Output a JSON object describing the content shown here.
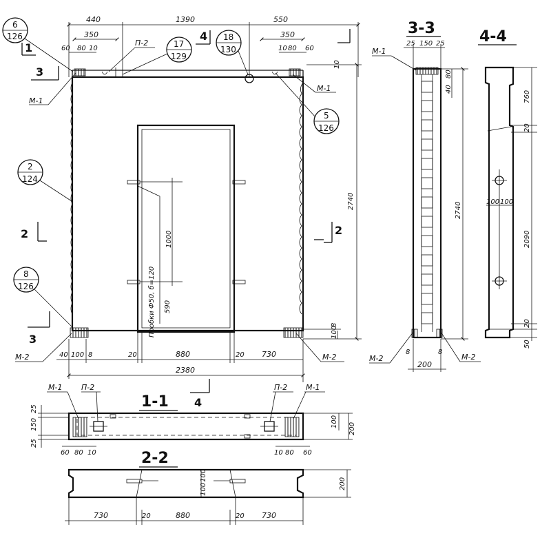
{
  "elevation": {
    "top_dims": [
      "440",
      "1390",
      "550"
    ],
    "sub_dims": [
      "350",
      "350"
    ],
    "left_small": [
      "60",
      "80",
      "10"
    ],
    "right_small": [
      "10",
      "80",
      "60"
    ],
    "bottom_dims": [
      "40",
      "100",
      "8",
      "20",
      "880",
      "20",
      "730"
    ],
    "overall_width": "2380",
    "height_dim": "2740",
    "opening_height": "1000",
    "right_small_v": [
      "10"
    ],
    "bottom_right_v": [
      "100",
      "8"
    ],
    "probki_note": "Пробки Ф50, б=120",
    "probki_len": "590",
    "labels": {
      "p2_top": "П-2",
      "m1_left": "М-1",
      "m1_right": "М-1",
      "m2_left": "М-2",
      "m2_right": "М-2"
    },
    "cuts": {
      "c1": "1",
      "c2_left": "2",
      "c2_right": "2",
      "c3_top": "3",
      "c3_bottom": "3",
      "c4": "4"
    },
    "callouts": [
      {
        "top": "6",
        "bottom": "126"
      },
      {
        "top": "17",
        "bottom": "129"
      },
      {
        "top": "18",
        "bottom": "130"
      },
      {
        "top": "5",
        "bottom": "126"
      },
      {
        "top": "2",
        "bottom": "124"
      },
      {
        "top": "8",
        "bottom": "126"
      }
    ]
  },
  "section_3_3": {
    "title": "3-3",
    "top_dims": [
      "25",
      "150",
      "25"
    ],
    "right_dims": [
      "80",
      "40"
    ],
    "height_dim": "2740",
    "bottom_dims": [
      "8",
      "200",
      "8"
    ],
    "labels": {
      "m1": "М-1",
      "m2_left": "М-2",
      "m2_right": "М-2"
    }
  },
  "section_4_4": {
    "title": "4-4",
    "right_dims": [
      "760",
      "20",
      "2090",
      "20",
      "50"
    ],
    "hole_dims": [
      "100",
      "100"
    ]
  },
  "section_1_1": {
    "title": "1-1",
    "cut_ref": "4",
    "labels": {
      "m1_left": "М-1",
      "p2_left": "П-2",
      "p2_right": "П-2",
      "m1_right": "М-1"
    },
    "left_v_dims": [
      "25",
      "150",
      "25"
    ],
    "right_v_dims": [
      "100",
      "200"
    ],
    "bottom_left": [
      "60",
      "80",
      "10"
    ],
    "bottom_right": [
      "10",
      "80",
      "60"
    ]
  },
  "section_2_2": {
    "title": "2-2",
    "center_dims": [
      "100",
      "100"
    ],
    "right_dim": "200",
    "bottom_dims": [
      "730",
      "20",
      "880",
      "20",
      "730"
    ]
  }
}
